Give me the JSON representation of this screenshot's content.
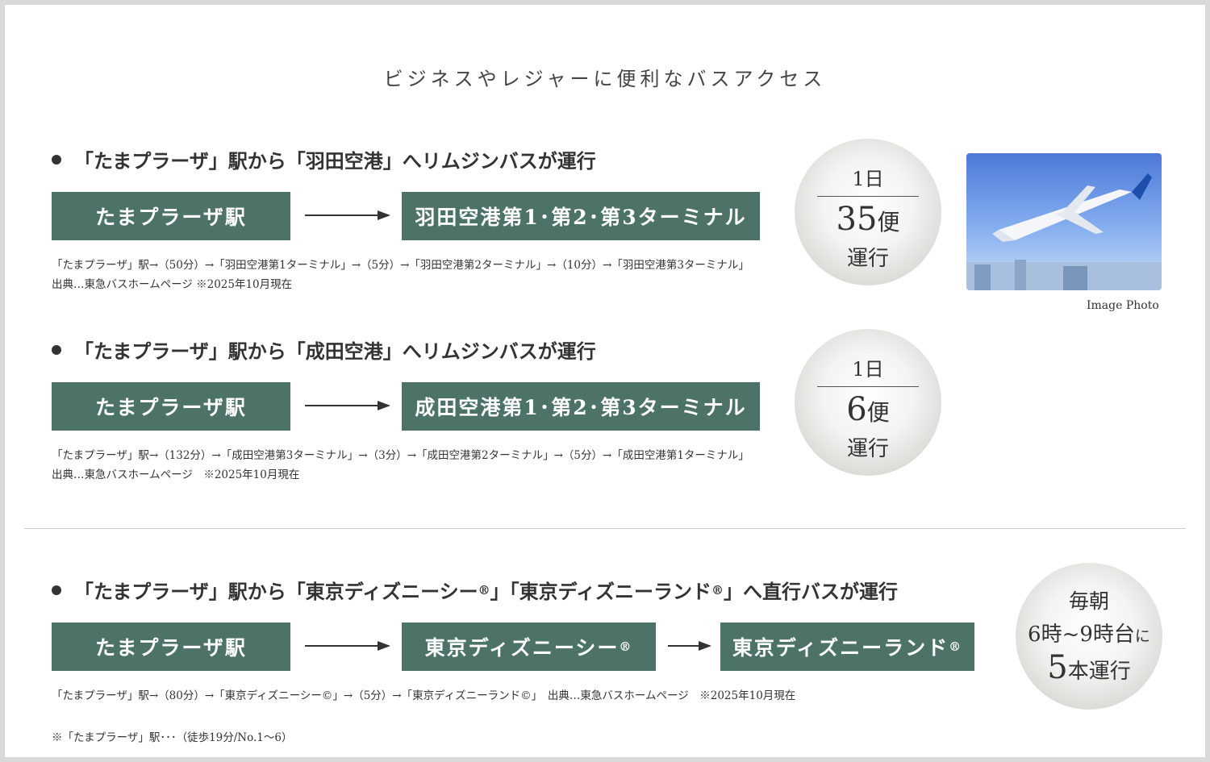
{
  "title": "ビジネスやレジャーに便利なバスアクセス",
  "haneda": {
    "heading": "「たまプラーザ」駅から「羽田空港」へリムジンバスが運行",
    "from": "たまプラーザ駅",
    "to": "羽田空港第1･第2･第3ターミナル",
    "route": "「たまプラーザ」駅→（50分）→「羽田空港第1ターミナル」→（5分）→「羽田空港第2ターミナル」→（10分）→「羽田空港第3ターミナル」",
    "source": "出典…東急バスホームページ ※2025年10月現在",
    "badge": {
      "top": "1日",
      "count": "35",
      "unit": "便",
      "bottom": "運行"
    }
  },
  "photo_caption": "Image Photo",
  "narita": {
    "heading": "「たまプラーザ」駅から「成田空港」へリムジンバスが運行",
    "from": "たまプラーザ駅",
    "to": "成田空港第1･第2･第3ターミナル",
    "route": "「たまプラーザ」駅→（132分）→「成田空港第3ターミナル」→（3分）→「成田空港第2ターミナル」→（5分）→「成田空港第1ターミナル」",
    "source": "出典…東急バスホームページ　※2025年10月現在",
    "badge": {
      "top": "1日",
      "count": "6",
      "unit": "便",
      "bottom": "運行"
    }
  },
  "disney": {
    "heading_a": "「たまプラーザ」駅から「東京ディズニーシー",
    "heading_b": "」「東京ディズニーランド",
    "heading_c": "」へ直行バスが運行",
    "reg": "®",
    "from": "たまプラーザ駅",
    "stop1": "東京ディズニーシー",
    "stop2": "東京ディズニーランド",
    "route": "「たまプラーザ」駅→（80分）→「東京ディズニーシー©」→（5分）→「東京ディズニーランド©」　出典…東急バスホームページ　※2025年10月現在",
    "badge": {
      "line1": "毎朝",
      "line2": "6時~9時台",
      "line2_suffix": "に",
      "count": "5",
      "line3": "本運行"
    }
  },
  "footnote": "※「たまプラーザ」駅･･･（徒歩19分/No.1～6）"
}
